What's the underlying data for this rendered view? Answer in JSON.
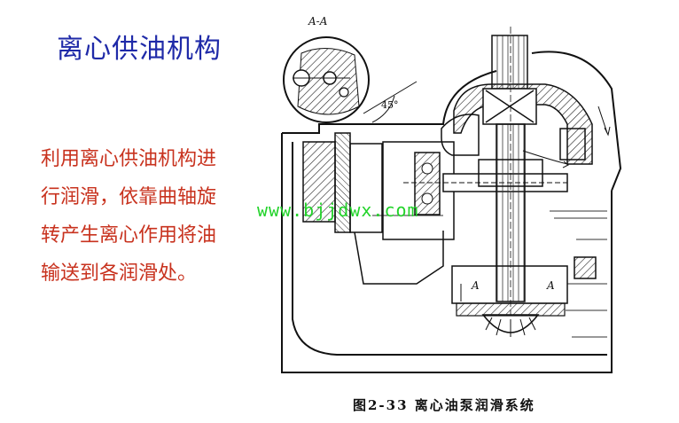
{
  "title": "离心供油机构",
  "description_lines": [
    "利用离心供油机构进",
    "行润滑，依靠曲轴旋",
    "转产生离心作用将油",
    "输送到各润滑处。"
  ],
  "watermark": "www.bjjdwx.com",
  "figure": {
    "caption": "图2-33  离心油泵润滑系统",
    "section_label": "A-A",
    "angle_label": "45°",
    "marker_a": "A"
  }
}
